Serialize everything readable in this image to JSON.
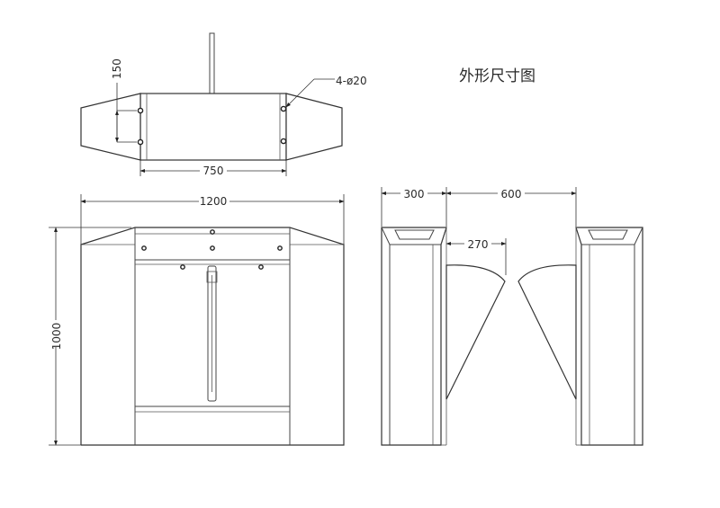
{
  "drawing": {
    "title": "外形尺寸图",
    "top_view": {
      "dim_width": "750",
      "dim_height": "150",
      "hole_callout": "4-ø20"
    },
    "front_view": {
      "dim_width": "1200",
      "dim_height": "1000"
    },
    "side_view": {
      "dim_cabinet": "300",
      "dim_gap": "600",
      "dim_flap": "270"
    }
  }
}
